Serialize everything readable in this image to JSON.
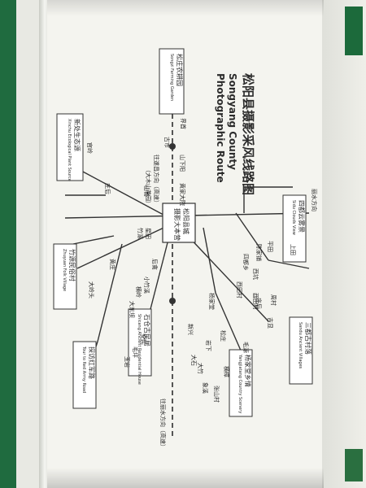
{
  "title": {
    "cn": "松阳县摄影采风线路图",
    "en1": "Songyang County",
    "en2": "Photographic Route"
  },
  "center": {
    "cn1": "松阳县城",
    "cn2": "摄影大本营"
  },
  "boxes": [
    {
      "cn": "松庄农耕园",
      "en": "Songzi Farming Garden"
    },
    {
      "cn": "新处生态源",
      "en": "Xinchu Ecological Plant Source"
    },
    {
      "cn": "竹源民俗村",
      "en": "Zhuyuan Folk Village"
    },
    {
      "cn": "石仓古民居",
      "en": "Shicang Ancient Residential House"
    },
    {
      "cn": "探访红军路",
      "en": "Tour to Red Army Road"
    },
    {
      "cn": "杨家堂乡情",
      "en": "Yangjiatang Country Scenery"
    },
    {
      "cn": "三都古村落",
      "en": "Sandu Ancient Villages"
    },
    {
      "cn": "四都云雾景",
      "en": "Sidu Clouds View"
    }
  ],
  "labels": {
    "dir_lishui": "丽水方向",
    "dir_jinyun": "往遂昌方向（高速）",
    "dir_damu": "（大木山茶园）",
    "dir_lishui_hw": "往丽水方向（高速）",
    "gutang": "古市",
    "shanxia": "山下阳",
    "huangjia": "黄家大院",
    "jieshou": "界首",
    "guanling": "官岭",
    "zhuangzhu": "庄后",
    "shanyuan": "山甫",
    "zhuyuan": "竹源",
    "xiyang": "星田",
    "qingshan": "后禽",
    "xiaozhu": "小竹溪",
    "henglin": "横岭",
    "dadongba": "大东坝",
    "huangzhuang": "黄庄",
    "daling": "大岭头",
    "anmin": "安民",
    "yuping": "毛坪",
    "yuyuan": "玉岩",
    "xinxing": "新兴",
    "yanxi": "岩下",
    "dazhai": "大竹",
    "xianggan": "象溪",
    "chenjia": "陈家铺",
    "pingtian": "平田",
    "xitan": "西坑",
    "sidu": "四都乡",
    "xixi": "西田村",
    "zhuangtou": "庄后",
    "dushan": "杨家堂",
    "songzhuang": "松庄",
    "maoyuan": "毛源",
    "zhoucun": "周村",
    "jixian": "吉显",
    "dashi": "大石",
    "shengyang": "横樟",
    "zhanghou": "张山村",
    "tianshang": "上田",
    "dongkeng": "酉田村"
  }
}
